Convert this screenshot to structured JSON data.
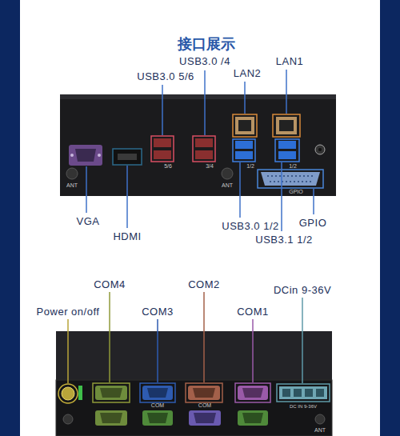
{
  "diagram": {
    "title": "接口展示",
    "labels": [
      "USB3.0 /4",
      "LAN1",
      "USB3.0 5/6",
      "LAN2",
      "ANT",
      "5/6",
      "3/4",
      "ANT",
      "1/2",
      "1/2",
      "GPIO",
      "VGA",
      "GPIO",
      "USB3.0 1/2",
      "HDMI",
      "USB3.1 1/2",
      "COM4",
      "COM2",
      "DCin 9-36V",
      "Power on/off",
      "COM3",
      "COM1",
      "COM",
      "COM",
      "DC IN 9-36V",
      "ANT"
    ]
  }
}
